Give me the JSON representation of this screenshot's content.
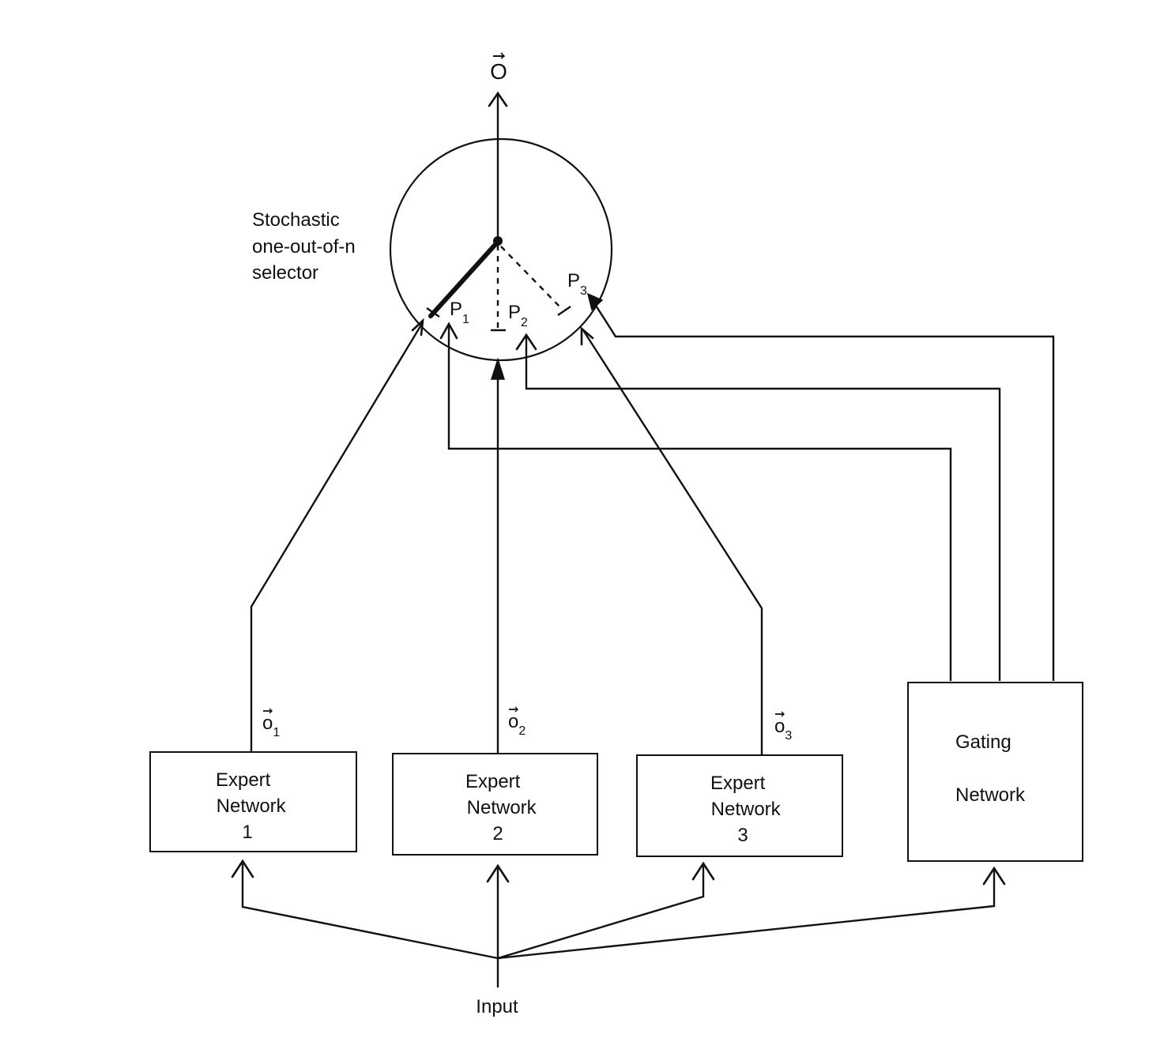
{
  "selector": {
    "label_lines": [
      "Stochastic",
      "one-out-of-n",
      "selector"
    ]
  },
  "output": {
    "symbol": "O"
  },
  "probabilities": [
    {
      "base": "P",
      "sub": "1"
    },
    {
      "base": "P",
      "sub": "2"
    },
    {
      "base": "P",
      "sub": "3"
    }
  ],
  "expert_outputs": [
    {
      "base": "o",
      "sub": "1"
    },
    {
      "base": "o",
      "sub": "2"
    },
    {
      "base": "o",
      "sub": "3"
    }
  ],
  "experts": [
    {
      "line1": "Expert",
      "line2": "Network",
      "line3": "1"
    },
    {
      "line1": "Expert",
      "line2": "Network",
      "line3": "2"
    },
    {
      "line1": "Expert",
      "line2": "Network",
      "line3": "3"
    }
  ],
  "gating": {
    "line1": "Gating",
    "line2": "Network"
  },
  "input": {
    "label": "Input"
  }
}
